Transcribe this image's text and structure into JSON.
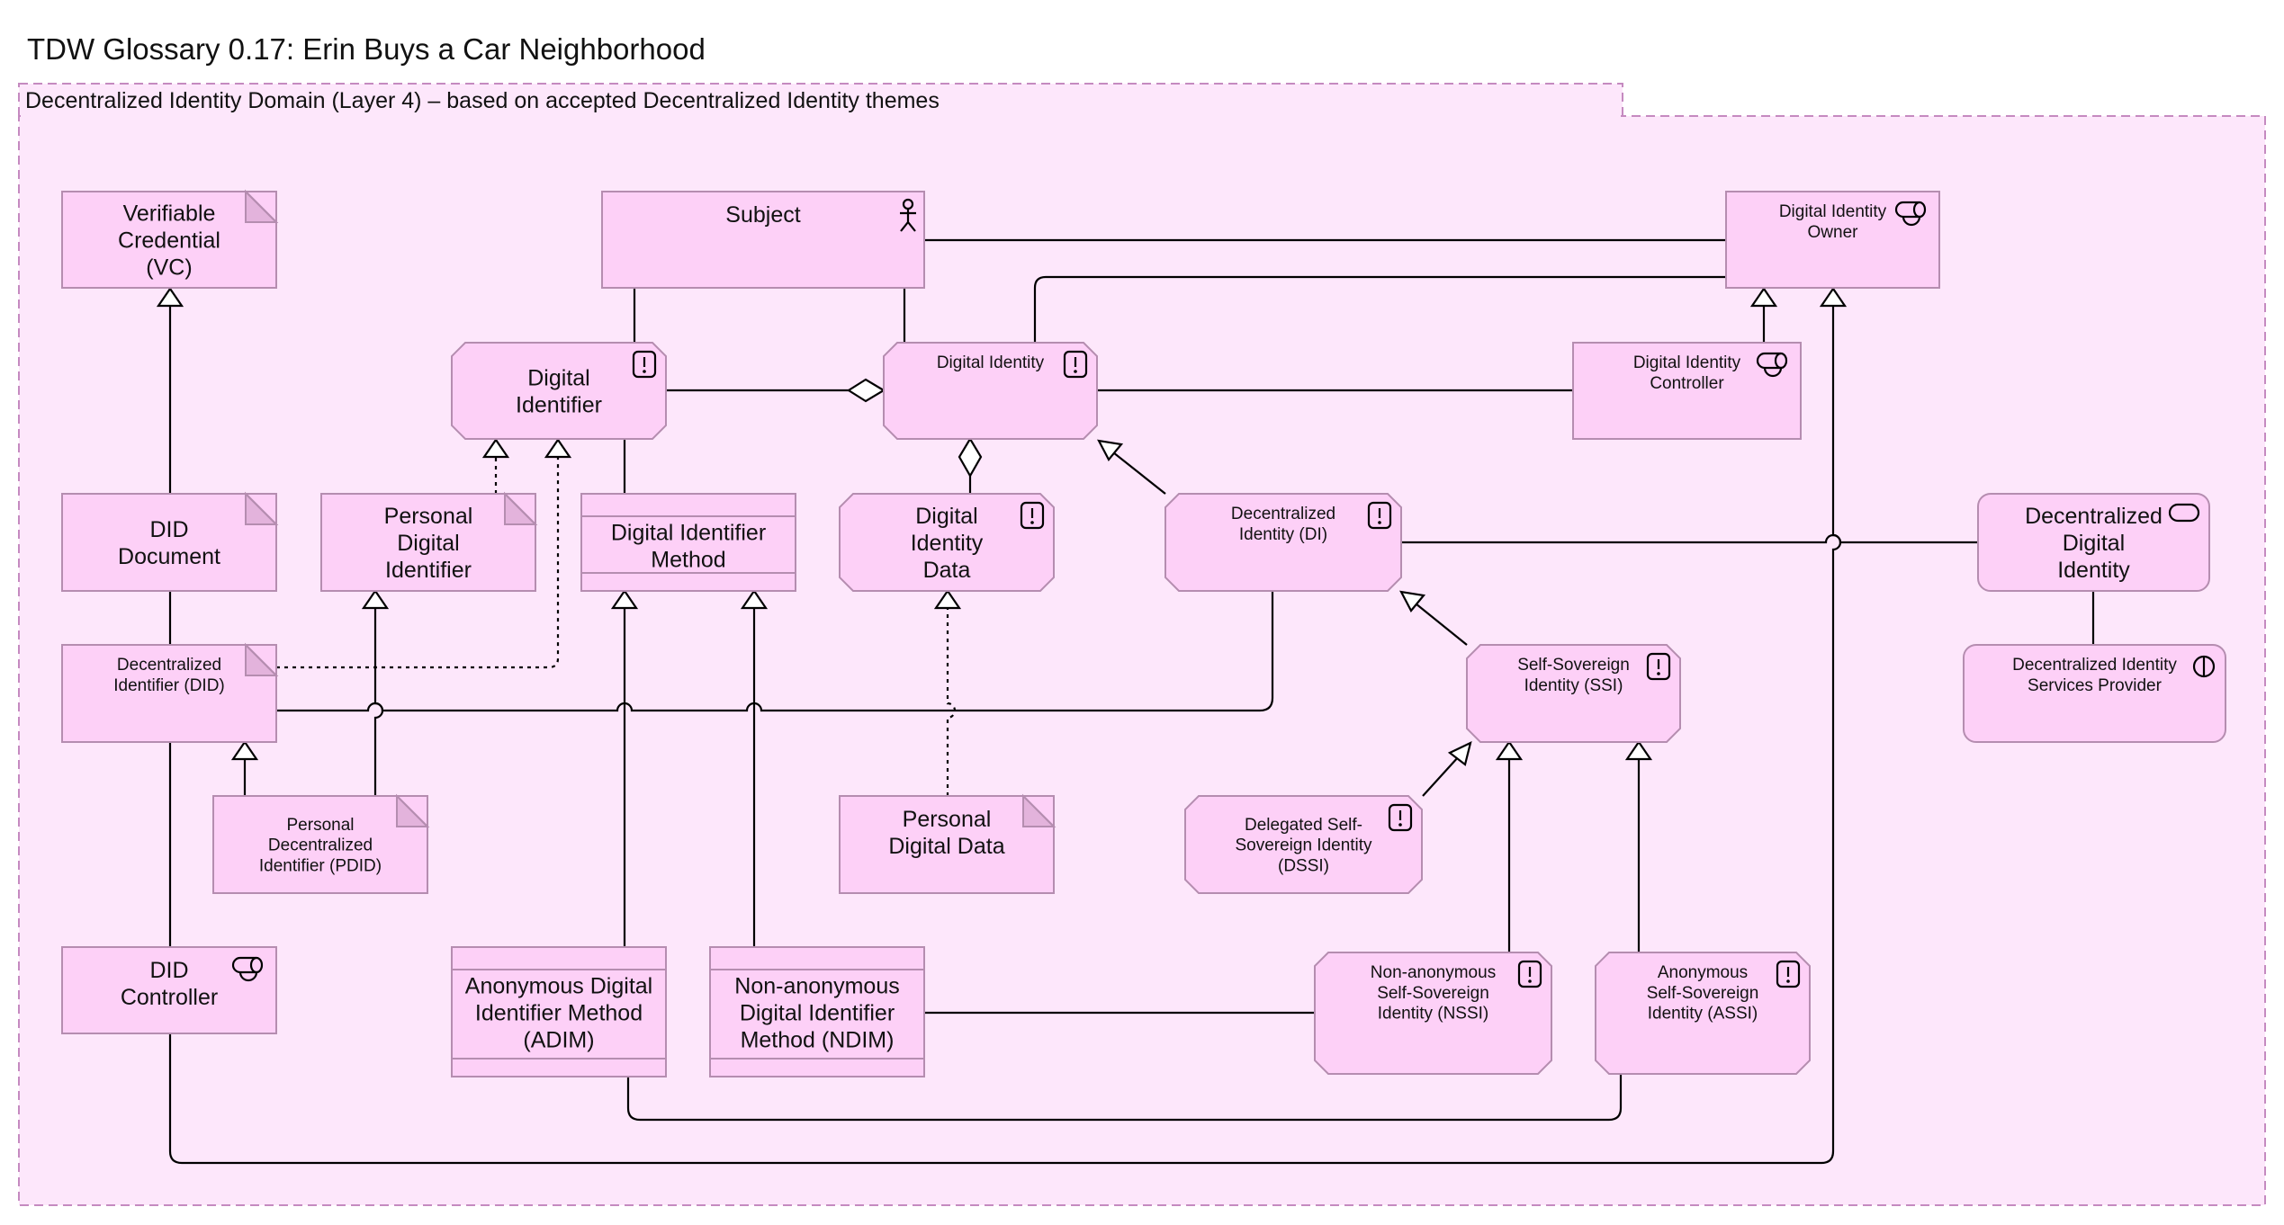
{
  "title": "TDW Glossary 0.17: Erin Buys a Car Neighborhood",
  "group": {
    "label": "Decentralized Identity Domain (Layer 4) – based on accepted Decentralized Identity themes",
    "fill": "#fde7fb",
    "border": "#c58ac0"
  },
  "colors": {
    "element_fill": "#fdd0f7",
    "element_border": "#b58db0"
  },
  "elements": {
    "vc": {
      "lines": [
        "Verifiable",
        "Credential",
        "(VC)"
      ],
      "icon": "representation-icon"
    },
    "subject": {
      "lines": [
        "Subject"
      ],
      "icon": "actor-icon"
    },
    "dio": {
      "lines": [
        "Digital Identity",
        "Owner"
      ],
      "icon": "role-icon"
    },
    "dident": {
      "lines": [
        "Digital",
        "Identifier"
      ],
      "icon": "exclamation-icon"
    },
    "dig_identity": {
      "lines": [
        "Digital Identity"
      ],
      "icon": "exclamation-icon"
    },
    "dic": {
      "lines": [
        "Digital Identity",
        "Controller"
      ],
      "icon": "role-icon"
    },
    "did_doc": {
      "lines": [
        "DID",
        "Document"
      ],
      "icon": "representation-icon"
    },
    "pdi": {
      "lines": [
        "Personal",
        "Digital",
        "Identifier"
      ],
      "icon": "representation-icon"
    },
    "dim": {
      "lines": [
        "Digital Identifier",
        "Method"
      ],
      "icon": "product-icon"
    },
    "did_data": {
      "lines": [
        "Digital",
        "Identity",
        "Data"
      ],
      "icon": "exclamation-icon"
    },
    "di": {
      "lines": [
        "Decentralized",
        "Identity (DI)"
      ],
      "icon": "exclamation-icon"
    },
    "ddi": {
      "lines": [
        "Decentralized",
        "Digital",
        "Identity"
      ],
      "icon": "service-icon"
    },
    "did": {
      "lines": [
        "Decentralized",
        "Identifier (DID)"
      ],
      "icon": "representation-icon"
    },
    "ssi": {
      "lines": [
        "Self-Sovereign",
        "Identity (SSI)"
      ],
      "icon": "exclamation-icon"
    },
    "disp": {
      "lines": [
        "Decentralized Identity",
        "Services Provider"
      ],
      "icon": "interface-icon"
    },
    "pdid": {
      "lines": [
        "Personal",
        "Decentralized",
        "Identifier (PDID)"
      ],
      "icon": "representation-icon"
    },
    "pdd": {
      "lines": [
        "Personal",
        "Digital Data"
      ],
      "icon": "representation-icon"
    },
    "dssi": {
      "lines": [
        "Delegated Self-",
        "Sovereign Identity",
        "(DSSI)"
      ],
      "icon": "exclamation-icon"
    },
    "did_ctrl": {
      "lines": [
        "DID",
        "Controller"
      ],
      "icon": "role-icon"
    },
    "adim": {
      "lines": [
        "Anonymous Digital",
        "Identifier Method",
        "(ADIM)"
      ],
      "icon": "product-icon"
    },
    "ndim": {
      "lines": [
        "Non-anonymous",
        "Digital Identifier",
        "Method (NDIM)"
      ],
      "icon": "product-icon"
    },
    "nssi": {
      "lines": [
        "Non-anonymous",
        "Self-Sovereign",
        "Identity (NSSI)"
      ],
      "icon": "exclamation-icon"
    },
    "assi": {
      "lines": [
        "Anonymous",
        "Self-Sovereign",
        "Identity (ASSI)"
      ],
      "icon": "exclamation-icon"
    }
  }
}
